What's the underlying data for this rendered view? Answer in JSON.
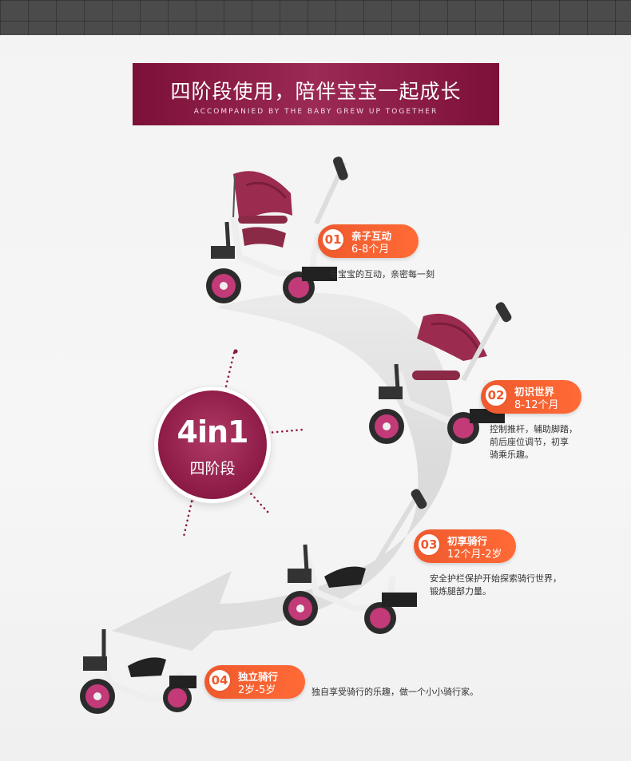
{
  "banner": {
    "title": "四阶段使用，陪伴宝宝一起成长",
    "subtitle": "ACCOMPANIED BY THE BABY GREW UP TOGETHER"
  },
  "center": {
    "model": "4in1",
    "label": "四阶段"
  },
  "stages": [
    {
      "num": "01",
      "name": "亲子互动",
      "age": "6-8个月",
      "desc": [
        "与宝宝的互动，亲密每一刻"
      ]
    },
    {
      "num": "02",
      "name": "初识世界",
      "age": "8-12个月",
      "desc": [
        "控制推杆，辅助脚踏，",
        "前后座位调节，初享",
        "骑乘乐趣。"
      ]
    },
    {
      "num": "03",
      "name": "初享骑行",
      "age": "12个月-2岁",
      "desc": [
        "安全护栏保护开始探索骑行世界，",
        "锻炼腿部力量。"
      ]
    },
    {
      "num": "04",
      "name": "独立骑行",
      "age": "2岁-5岁",
      "desc": [
        "独自享受骑行的乐趣，做一个小小骑行家。"
      ]
    }
  ],
  "colors": {
    "brand": "#8b1a45",
    "accent": "#ef5a2e",
    "canopy": "#9b2c4f",
    "frame": "#ffffff"
  }
}
